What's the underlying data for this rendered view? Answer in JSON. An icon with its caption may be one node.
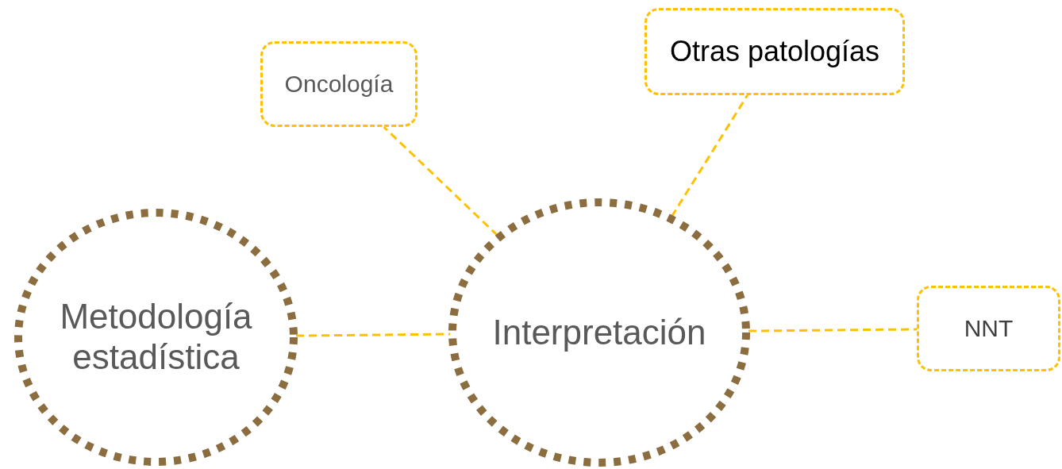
{
  "diagram": {
    "nodes": [
      {
        "text": [
          "Metodología estadística"
        ]
      },
      {
        "text": [
          "Interpretación"
        ]
      },
      {
        "text": [
          "Oncología"
        ]
      },
      {
        "text": [
          "Otras patologías"
        ]
      },
      {
        "text": [
          "NNT"
        ]
      }
    ],
    "edges": [
      {
        "from": 0,
        "to": 1,
        "arrow": "none"
      },
      {
        "from": 1,
        "to": 2,
        "arrow": "none"
      },
      {
        "from": 1,
        "to": 3,
        "arrow": "none"
      },
      {
        "from": 1,
        "to": 4,
        "arrow": "none"
      }
    ]
  }
}
